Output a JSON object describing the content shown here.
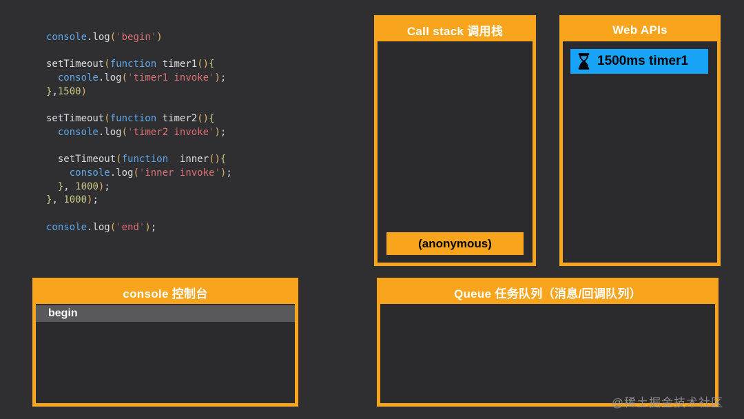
{
  "colors": {
    "accent_orange": "#f8a41d",
    "timer_blue": "#18a3f6",
    "background": "#2f2f31",
    "panel_background": "#2b2b2d",
    "console_row_gray": "#59595b"
  },
  "code": {
    "lines": [
      [
        {
          "t": "console",
          "c": "b"
        },
        {
          "t": ".log",
          "c": "p"
        },
        {
          "t": "(",
          "c": "g"
        },
        {
          "t": "'",
          "c": "q"
        },
        {
          "t": "begin",
          "c": "s"
        },
        {
          "t": "'",
          "c": "q"
        },
        {
          "t": ")",
          "c": "g"
        }
      ],
      [],
      [
        {
          "t": "setTimeout",
          "c": "p"
        },
        {
          "t": "(",
          "c": "g"
        },
        {
          "t": "function",
          "c": "b"
        },
        {
          "t": " timer1",
          "c": "p"
        },
        {
          "t": "(",
          "c": "g"
        },
        {
          "t": ")",
          "c": "g"
        },
        {
          "t": "{",
          "c": "br"
        }
      ],
      [
        {
          "t": "  ",
          "c": "p"
        },
        {
          "t": "console",
          "c": "b"
        },
        {
          "t": ".log",
          "c": "p"
        },
        {
          "t": "(",
          "c": "g"
        },
        {
          "t": "'",
          "c": "q"
        },
        {
          "t": "timer1 invoke",
          "c": "s"
        },
        {
          "t": "'",
          "c": "q"
        },
        {
          "t": ")",
          "c": "g"
        },
        {
          "t": ";",
          "c": "p"
        }
      ],
      [
        {
          "t": "}",
          "c": "br"
        },
        {
          "t": ",",
          "c": "p"
        },
        {
          "t": "1500",
          "c": "n"
        },
        {
          "t": ")",
          "c": "g"
        }
      ],
      [],
      [
        {
          "t": "setTimeout",
          "c": "p"
        },
        {
          "t": "(",
          "c": "g"
        },
        {
          "t": "function",
          "c": "b"
        },
        {
          "t": " timer2",
          "c": "p"
        },
        {
          "t": "(",
          "c": "g"
        },
        {
          "t": ")",
          "c": "g"
        },
        {
          "t": "{",
          "c": "br"
        }
      ],
      [
        {
          "t": "  ",
          "c": "p"
        },
        {
          "t": "console",
          "c": "b"
        },
        {
          "t": ".log",
          "c": "p"
        },
        {
          "t": "(",
          "c": "g"
        },
        {
          "t": "'",
          "c": "q"
        },
        {
          "t": "timer2 invoke",
          "c": "s"
        },
        {
          "t": "'",
          "c": "q"
        },
        {
          "t": ")",
          "c": "g"
        },
        {
          "t": ";",
          "c": "p"
        }
      ],
      [],
      [
        {
          "t": "  ",
          "c": "p"
        },
        {
          "t": "setTimeout",
          "c": "p"
        },
        {
          "t": "(",
          "c": "g"
        },
        {
          "t": "function",
          "c": "b"
        },
        {
          "t": "  inner",
          "c": "p"
        },
        {
          "t": "(",
          "c": "g"
        },
        {
          "t": ")",
          "c": "g"
        },
        {
          "t": "{",
          "c": "br"
        }
      ],
      [
        {
          "t": "    ",
          "c": "p"
        },
        {
          "t": "console",
          "c": "b"
        },
        {
          "t": ".log",
          "c": "p"
        },
        {
          "t": "(",
          "c": "g"
        },
        {
          "t": "'",
          "c": "q"
        },
        {
          "t": "inner invoke",
          "c": "s"
        },
        {
          "t": "'",
          "c": "q"
        },
        {
          "t": ")",
          "c": "g"
        },
        {
          "t": ";",
          "c": "p"
        }
      ],
      [
        {
          "t": "  ",
          "c": "p"
        },
        {
          "t": "}",
          "c": "br"
        },
        {
          "t": ", ",
          "c": "p"
        },
        {
          "t": "1000",
          "c": "n"
        },
        {
          "t": ")",
          "c": "g"
        },
        {
          "t": ";",
          "c": "p"
        }
      ],
      [
        {
          "t": "}",
          "c": "br"
        },
        {
          "t": ", ",
          "c": "p"
        },
        {
          "t": "1000",
          "c": "n"
        },
        {
          "t": ")",
          "c": "g"
        },
        {
          "t": ";",
          "c": "p"
        }
      ],
      [],
      [
        {
          "t": "console",
          "c": "b"
        },
        {
          "t": ".log",
          "c": "p"
        },
        {
          "t": "(",
          "c": "g"
        },
        {
          "t": "'",
          "c": "q"
        },
        {
          "t": "end",
          "c": "s"
        },
        {
          "t": "'",
          "c": "q"
        },
        {
          "t": ")",
          "c": "g"
        },
        {
          "t": ";",
          "c": "p"
        }
      ]
    ]
  },
  "panels": {
    "call_stack": {
      "title": "Call stack 调用栈",
      "frames": [
        {
          "label": "(anonymous)"
        }
      ]
    },
    "web_apis": {
      "title": "Web APIs",
      "items": [
        {
          "icon": "hourglass-icon",
          "label": "1500ms timer1"
        }
      ]
    },
    "console": {
      "title": "console 控制台",
      "logs": [
        {
          "text": "begin"
        }
      ]
    },
    "queue": {
      "title": "Queue 任务队列（消息/回调队列）",
      "items": []
    }
  },
  "watermark": {
    "text": "@稀土掘金技术社区"
  }
}
